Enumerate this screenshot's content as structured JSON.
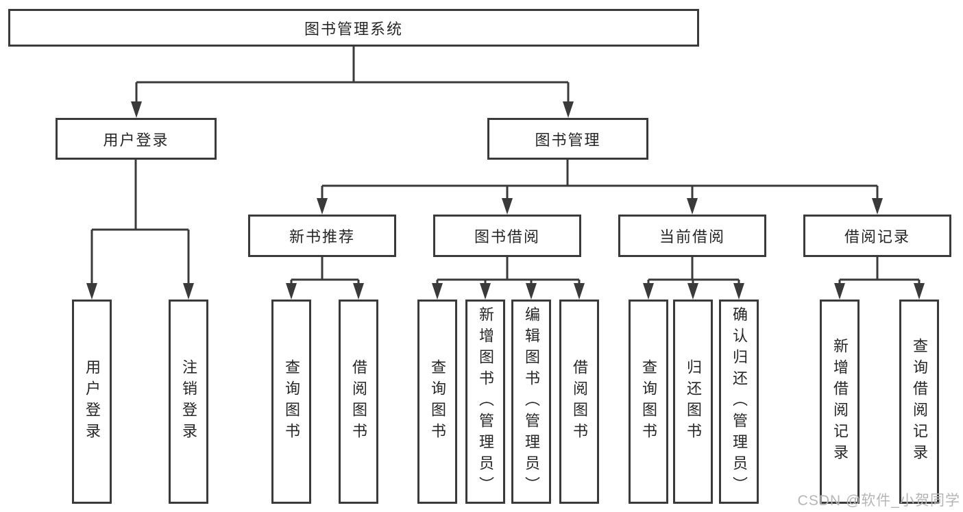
{
  "diagram": {
    "root": {
      "label": "图书管理系统"
    },
    "level2": {
      "user_login": {
        "label": "用户登录"
      },
      "book_management": {
        "label": "图书管理"
      }
    },
    "level3": {
      "new_book_recommend": {
        "label": "新书推荐"
      },
      "book_borrow": {
        "label": "图书借阅"
      },
      "current_borrow": {
        "label": "当前借阅"
      },
      "borrow_record": {
        "label": "借阅记录"
      }
    },
    "leaves": {
      "user_login": {
        "label": "用户登录"
      },
      "logout": {
        "label": "注销登录"
      },
      "query_book_recommend": {
        "label": "查询图书"
      },
      "borrow_book_recommend": {
        "label": "借阅图书"
      },
      "query_book_borrow": {
        "label": "查询图书"
      },
      "add_book_admin": {
        "label": "新增图书（管理员）"
      },
      "edit_book_admin": {
        "label": "编辑图书（管理员）"
      },
      "borrow_book_borrow": {
        "label": "借阅图书"
      },
      "query_book_current": {
        "label": "查询图书"
      },
      "return_book": {
        "label": "归还图书"
      },
      "confirm_return_admin": {
        "label": "确认归还（管理员）"
      },
      "add_borrow_record": {
        "label": "新增借阅记录"
      },
      "query_borrow_record": {
        "label": "查询借阅记录"
      }
    }
  },
  "watermark": {
    "text": "CSDN @软件_小贺同学"
  },
  "colors": {
    "line": "#3a3a3a",
    "box_border": "#3a3a3a",
    "box_fill": "#ffffff",
    "text": "#262626",
    "watermark": "#b5b5b5",
    "background": "#ffffff"
  }
}
